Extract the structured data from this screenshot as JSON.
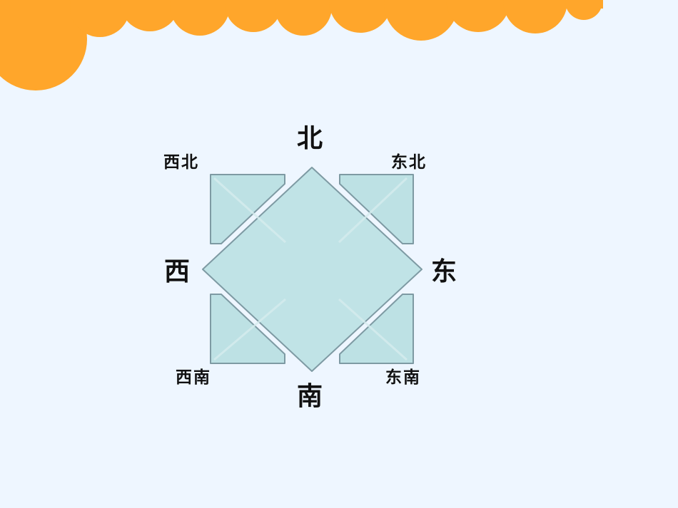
{
  "compass": {
    "north": "北",
    "south": "南",
    "east": "东",
    "west": "西",
    "northeast": "东北",
    "northwest": "西北",
    "southeast": "东南",
    "southwest": "西南"
  },
  "colors": {
    "background": "#eef6ff",
    "cloud": "#ffa62b",
    "shape_fill": "#bde1e4",
    "shape_stroke": "#7e9aa3",
    "text": "#111111"
  }
}
